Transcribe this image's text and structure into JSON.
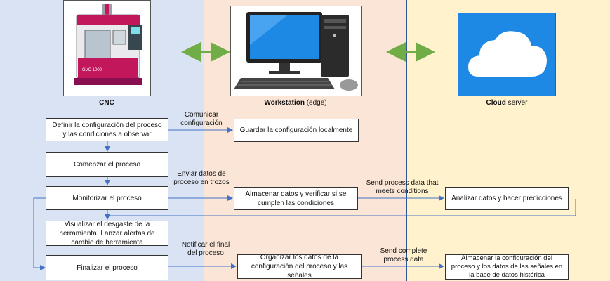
{
  "lanes": {
    "cnc": {
      "title": "CNC"
    },
    "workstation": {
      "title": "Workstation",
      "subtitle": " (edge)"
    },
    "cloud": {
      "title": "Cloud",
      "subtitle": " server"
    }
  },
  "machine_brand": "GVC 1000",
  "nodes": {
    "define": "Definir la configuración del proceso y las condiciones a observar",
    "start": "Comenzar el proceso",
    "monitor": "Monitorizar el proceso",
    "visualize": "Visualizar el desgaste de la herramienta. Lanzar alertas de cambio de herramienta",
    "finish": "Finalizar el proceso",
    "save_config": "Guardar la configuración localmente",
    "store_verify": "Almacenar datos y verificar si se cumplen las condiciones",
    "organize": "Organizar los datos de la configuración del proceso y las señales",
    "analyze": "Analizar datos y hacer predicciones",
    "store_history": "Almacenar la configuración del proceso y los datos de las señales en la base de datos histórica"
  },
  "edge_labels": {
    "communicate": "Comunicar configuración",
    "send_chunks": "Enviar datos de proceso en trozos",
    "notify_end": "Notificar el final del proceso",
    "send_meets": "Send process data that meets conditions",
    "send_complete": "Send complete process data"
  },
  "colors": {
    "cnc_lane": "#dae3f3",
    "workstation_lane": "#fbe5d6",
    "cloud_lane": "#fff2cc",
    "arrow": "#4472c4",
    "link_arrow": "#70ad47",
    "cloud_bg": "#1e88e5"
  },
  "icons": [
    "cnc-machine-icon",
    "workstation-computer-icon",
    "cloud-icon",
    "double-arrow-icon"
  ]
}
